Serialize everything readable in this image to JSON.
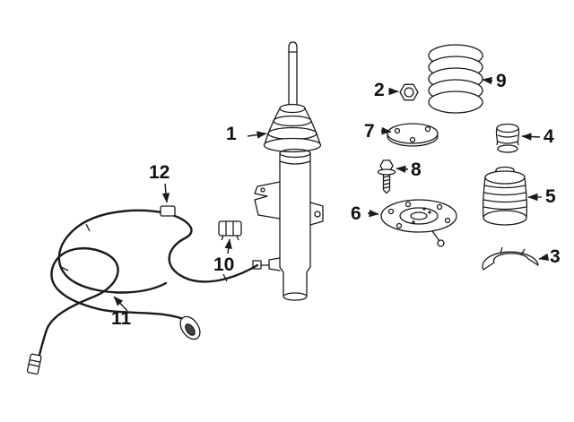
{
  "diagram": {
    "colors": {
      "line": "#1a1a1a",
      "background": "#ffffff"
    },
    "callouts": {
      "c1": {
        "label": "1"
      },
      "c2": {
        "label": "2"
      },
      "c3": {
        "label": "3"
      },
      "c4": {
        "label": "4"
      },
      "c5": {
        "label": "5"
      },
      "c6": {
        "label": "6"
      },
      "c7": {
        "label": "7"
      },
      "c8": {
        "label": "8"
      },
      "c9": {
        "label": "9"
      },
      "c10": {
        "label": "10"
      },
      "c11": {
        "label": "11"
      },
      "c12": {
        "label": "12"
      }
    }
  }
}
